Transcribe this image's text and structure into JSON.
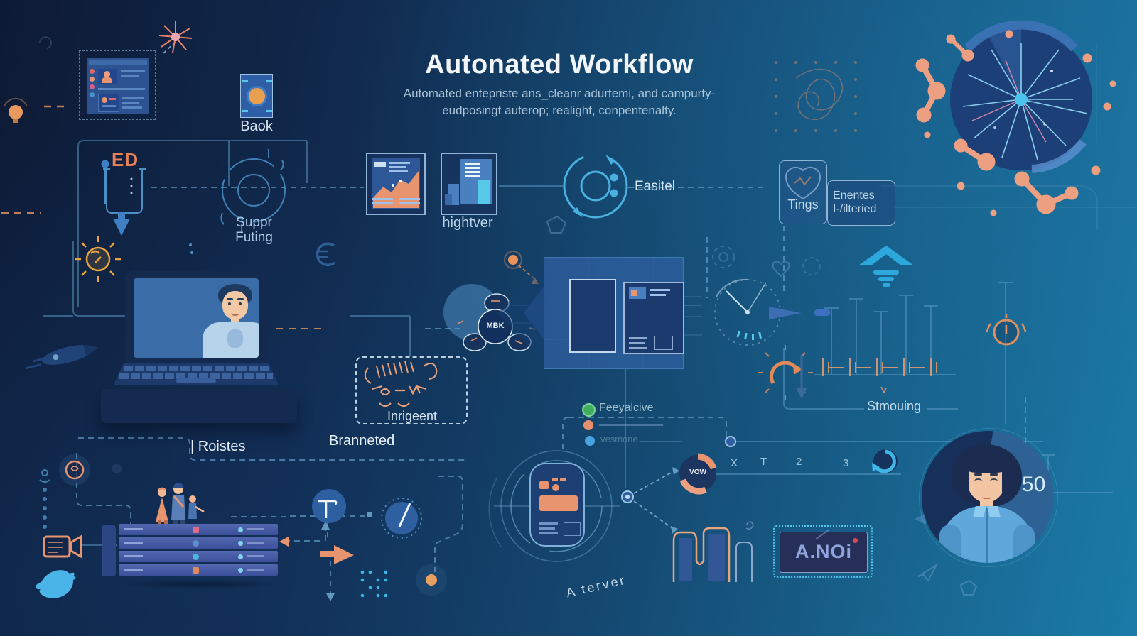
{
  "title": {
    "heading": "Autonated Workflow",
    "subtitle_line1": "Automated entepriste ans_cleanr adurtemi, and campurty-",
    "subtitle_line2": "eudposingt auterop; realight, conpentenalty."
  },
  "labels": {
    "baok": "Baok",
    "ed": "ED",
    "suppr_line1": "Suppr",
    "suppr_line2": "Futing",
    "hightver": "hightver",
    "easitel": "Easitel",
    "tings": "Tings",
    "enentes_line1": "Enentes",
    "enentes_line2": "I-/ilteried",
    "inrigeent": "Inrigeent",
    "roistes": "| Roistes",
    "branneted": "Branneted",
    "feeyalcive": "Feeyalcive",
    "vesmone": "vesmone",
    "stmouing": "Stmouing",
    "a_terver": "A terver",
    "mbk": "MBK",
    "vow": "VOW",
    "anoi": "A.NOi",
    "fifty": "50"
  },
  "timeline_ticks": [
    "X",
    "T",
    "2",
    "3"
  ],
  "colors": {
    "accent_orange": "#e8946e",
    "salmon": "#eda081",
    "cyan": "#3fb6e8",
    "light_line_blue": "#6fa9d0",
    "panel_blue": "#2d5e9e",
    "deep_navy": "#14294e",
    "status_green": "#3fae5f",
    "text_white": "#f2f6fa",
    "text_muted": "#a9c3d9"
  }
}
